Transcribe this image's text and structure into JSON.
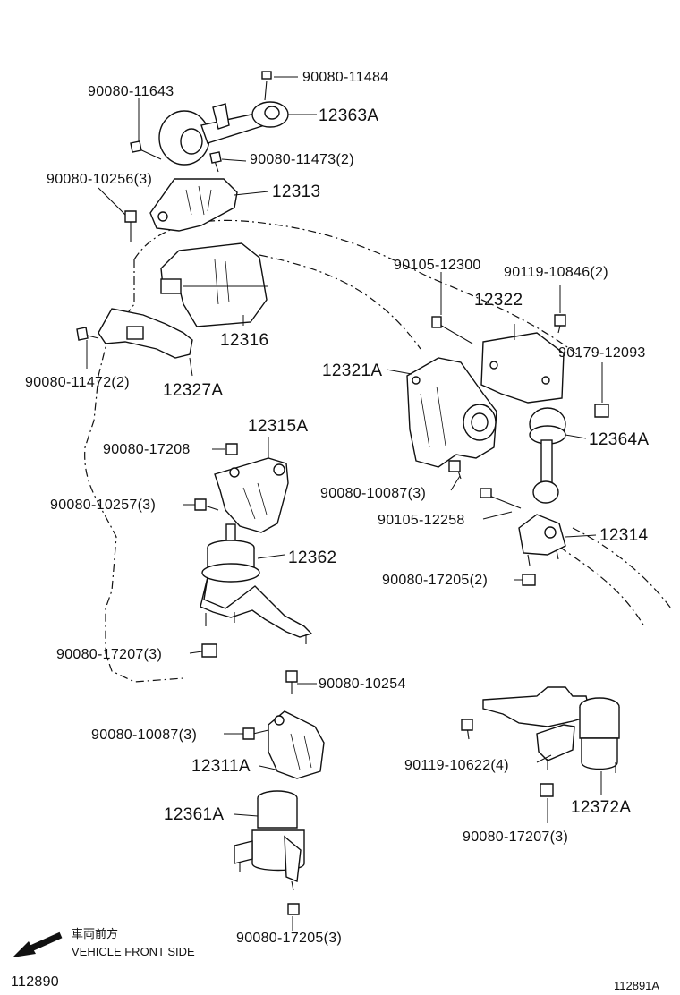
{
  "labels": {
    "p_90080_11484": "90080-11484",
    "p_90080_11643": "90080-11643",
    "p_12363A": "12363A",
    "p_90080_11473": "90080-11473(2)",
    "p_90080_10256": "90080-10256(3)",
    "p_12313": "12313",
    "p_90105_12300": "90105-12300",
    "p_90119_10846": "90119-10846(2)",
    "p_12322": "12322",
    "p_12316": "12316",
    "p_90179_12093": "90179-12093",
    "p_90080_11472": "90080-11472(2)",
    "p_12327A": "12327A",
    "p_12321A": "12321A",
    "p_12315A": "12315A",
    "p_12364A": "12364A",
    "p_90080_17208": "90080-17208",
    "p_90080_10087_a": "90080-10087(3)",
    "p_90080_10257": "90080-10257(3)",
    "p_90105_12258": "90105-12258",
    "p_12314": "12314",
    "p_12362": "12362",
    "p_90080_17205_a": "90080-17205(2)",
    "p_90080_17207_a": "90080-17207(3)",
    "p_90080_10254": "90080-10254",
    "p_90080_10087_b": "90080-10087(3)",
    "p_12311A": "12311A",
    "p_90119_10622": "90119-10622(4)",
    "p_12361A": "12361A",
    "p_12372A": "12372A",
    "p_90080_17207_b": "90080-17207(3)",
    "p_90080_17205_b": "90080-17205(3)"
  },
  "legend": {
    "direction_jp": "車両前方",
    "direction_en": "VEHICLE FRONT SIDE"
  },
  "footer": {
    "left_code": "112890",
    "right_code": "112891A"
  }
}
